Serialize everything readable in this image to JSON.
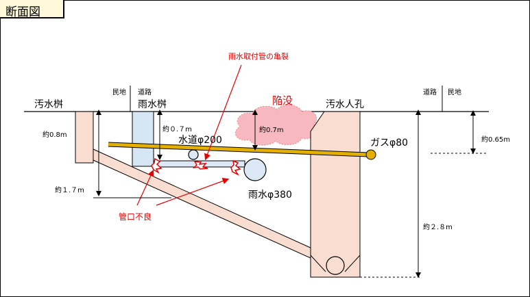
{
  "title": "断面図",
  "labels": {
    "sewage_box": "汚水桝",
    "private_land_left": "民地",
    "road_left": "道路",
    "rain_box": "雨水桝",
    "crack_callout": "雨水取付管の亀裂",
    "sinkhole": "陥没",
    "sewage_manhole": "汚水人孔",
    "road_right": "道路",
    "private_land_right": "民地",
    "water_pipe": "水道φ200",
    "gas_pipe": "ガスφ80",
    "rain_pipe": "雨水φ380",
    "pipe_mouth_defect": "管口不良"
  },
  "dimensions": {
    "d_0_8": "約0.8m",
    "d_1_7": "約１.７m",
    "d_0_7_left": "約０.７m",
    "d_0_7_sink": "約0.7m",
    "d_0_65": "約0.65m",
    "d_2_8": "約２.８m"
  },
  "colors": {
    "structure_fill": "#f9ddd0",
    "rain_box_fill": "#d7e6f5",
    "gas_pipe": "#e3b000",
    "pipe_blue": "#dce8f5",
    "sinkhole_cloud": "#f7b8c0",
    "annotation_red": "#e60000",
    "title_bg": "#fff9d9"
  }
}
